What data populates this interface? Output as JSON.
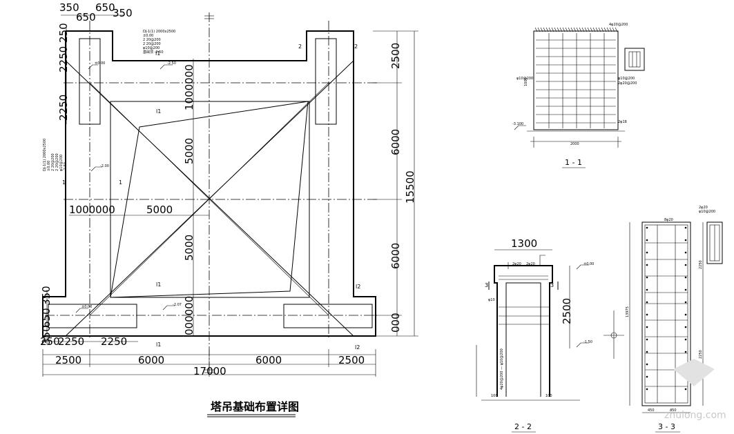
{
  "plan": {
    "title": "塔吊基础布置详图",
    "dims_top": [
      "350",
      "650",
      "650",
      "350"
    ],
    "dims_left": [
      "2250",
      "250",
      "2250"
    ],
    "dims_left_bottom": [
      "350",
      "650",
      "350"
    ],
    "dims_bottom_row1": [
      "250",
      "2250",
      "2250"
    ],
    "dims_bottom_row2": [
      "2500",
      "6000",
      "6000",
      "2500"
    ],
    "dim_total": "17000",
    "dims_right_inner": [
      "2500",
      "6000",
      "6000",
      "000"
    ],
    "dim_right_total": "15500",
    "dims_center_h": [
      "1000000",
      "5000"
    ],
    "dims_center_v": [
      "1000000",
      "5000",
      "5000",
      "000000"
    ],
    "marks": [
      "l1",
      "2",
      "2",
      "l1",
      "1",
      "1",
      "l1",
      "l2",
      "l1",
      "l2"
    ],
    "elevations": [
      "±0.00",
      "-2.50",
      "-2.00",
      "±0.00",
      "-2.07"
    ],
    "note_top": [
      "DJ-1(1) 2000x2500",
      "±0.00",
      "2 20@200",
      "2 20@200",
      "φ10@200",
      "基础顶 -2.50"
    ],
    "note_left": [
      "DJ-1(1) 2000x2500",
      "±0.00",
      "2 20@200",
      "2 20@200",
      "φ10@200",
      "-2.50"
    ]
  },
  "section11": {
    "label": "1 - 1",
    "dim_bottom": "2000",
    "dim_left": "1000",
    "elevation": "-3.100",
    "notes": [
      "4φ20@200",
      "φ10@200",
      "φ10@200",
      "2φ20@200",
      "2φ18"
    ]
  },
  "section22": {
    "label": "2 - 2",
    "dim_top": "1300",
    "dim_right": "2500",
    "elev_top": "±0.00",
    "elev_bottom": "-1.50",
    "cut_mark": "3",
    "notes": [
      "2φ20",
      "2φ20",
      "φ10",
      "4φ20@200 — φ10@200",
      "100",
      "100"
    ]
  },
  "section33": {
    "label": "3 - 3",
    "dims_right": [
      "2250",
      "2250"
    ],
    "dim_left": "13975",
    "dims_bottom": [
      "450",
      "450"
    ],
    "note_top": [
      "2φ20",
      "φ10@200"
    ],
    "rebar_top": "8φ20"
  },
  "watermark": {
    "text": "zhulong.com"
  }
}
